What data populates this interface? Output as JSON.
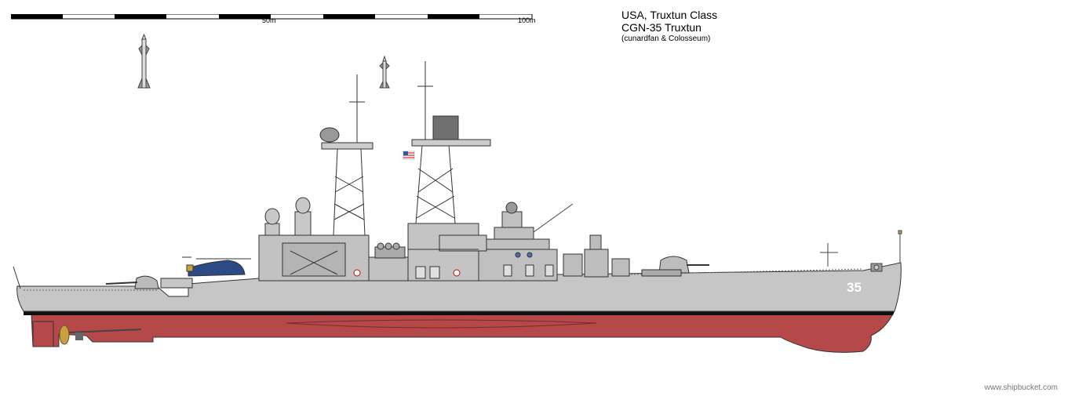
{
  "title": {
    "line1": "USA, Truxtun Class",
    "line2": "CGN-35 Truxtun",
    "credit": "(cunardfan & Colosseum)"
  },
  "scale_bar": {
    "label_mid": "50m",
    "label_end": "100m"
  },
  "hull_number": "35",
  "watermark": "www.shipbucket.com",
  "colors": {
    "hull_gray": "#c6c6c6",
    "bottom_red": "#b54848",
    "boot_black": "#101010",
    "outline": "#333333",
    "structure_gray": "#bcbcbc",
    "dark_gray": "#707070"
  }
}
